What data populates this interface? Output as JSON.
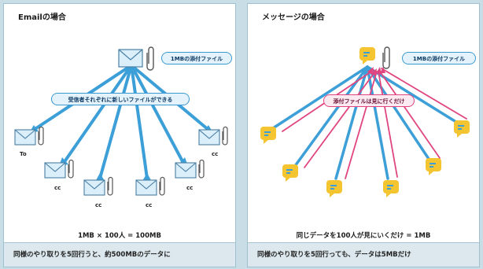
{
  "email_panel": {
    "title": "Emailの場合",
    "attachment_label": "1MBの添付ファイル",
    "info_label": "受信者それぞれに新しいファイルができる",
    "recipient_labels": [
      "To",
      "cc",
      "cc",
      "cc",
      "cc",
      "cc"
    ],
    "equation": "1MB × 100人 = 100MB",
    "footer": "同様のやり取りを5回行うと、約500MBのデータに"
  },
  "message_panel": {
    "title": "メッセージの場合",
    "attachment_label": "1MBの添付ファイル",
    "info_label": "添付ファイルは見に行くだけ",
    "equation": "同じデータを100人が見にいくだけ = 1MB",
    "footer": "同様のやり取りを5回行っても、データは5MBだけ"
  },
  "colors": {
    "blue_line": "#3d9fd8",
    "pink_line": "#e0457f",
    "envelope": "#dbeffb",
    "chat_yellow": "#f4c531",
    "chat_blue": "#3d9fd8"
  }
}
